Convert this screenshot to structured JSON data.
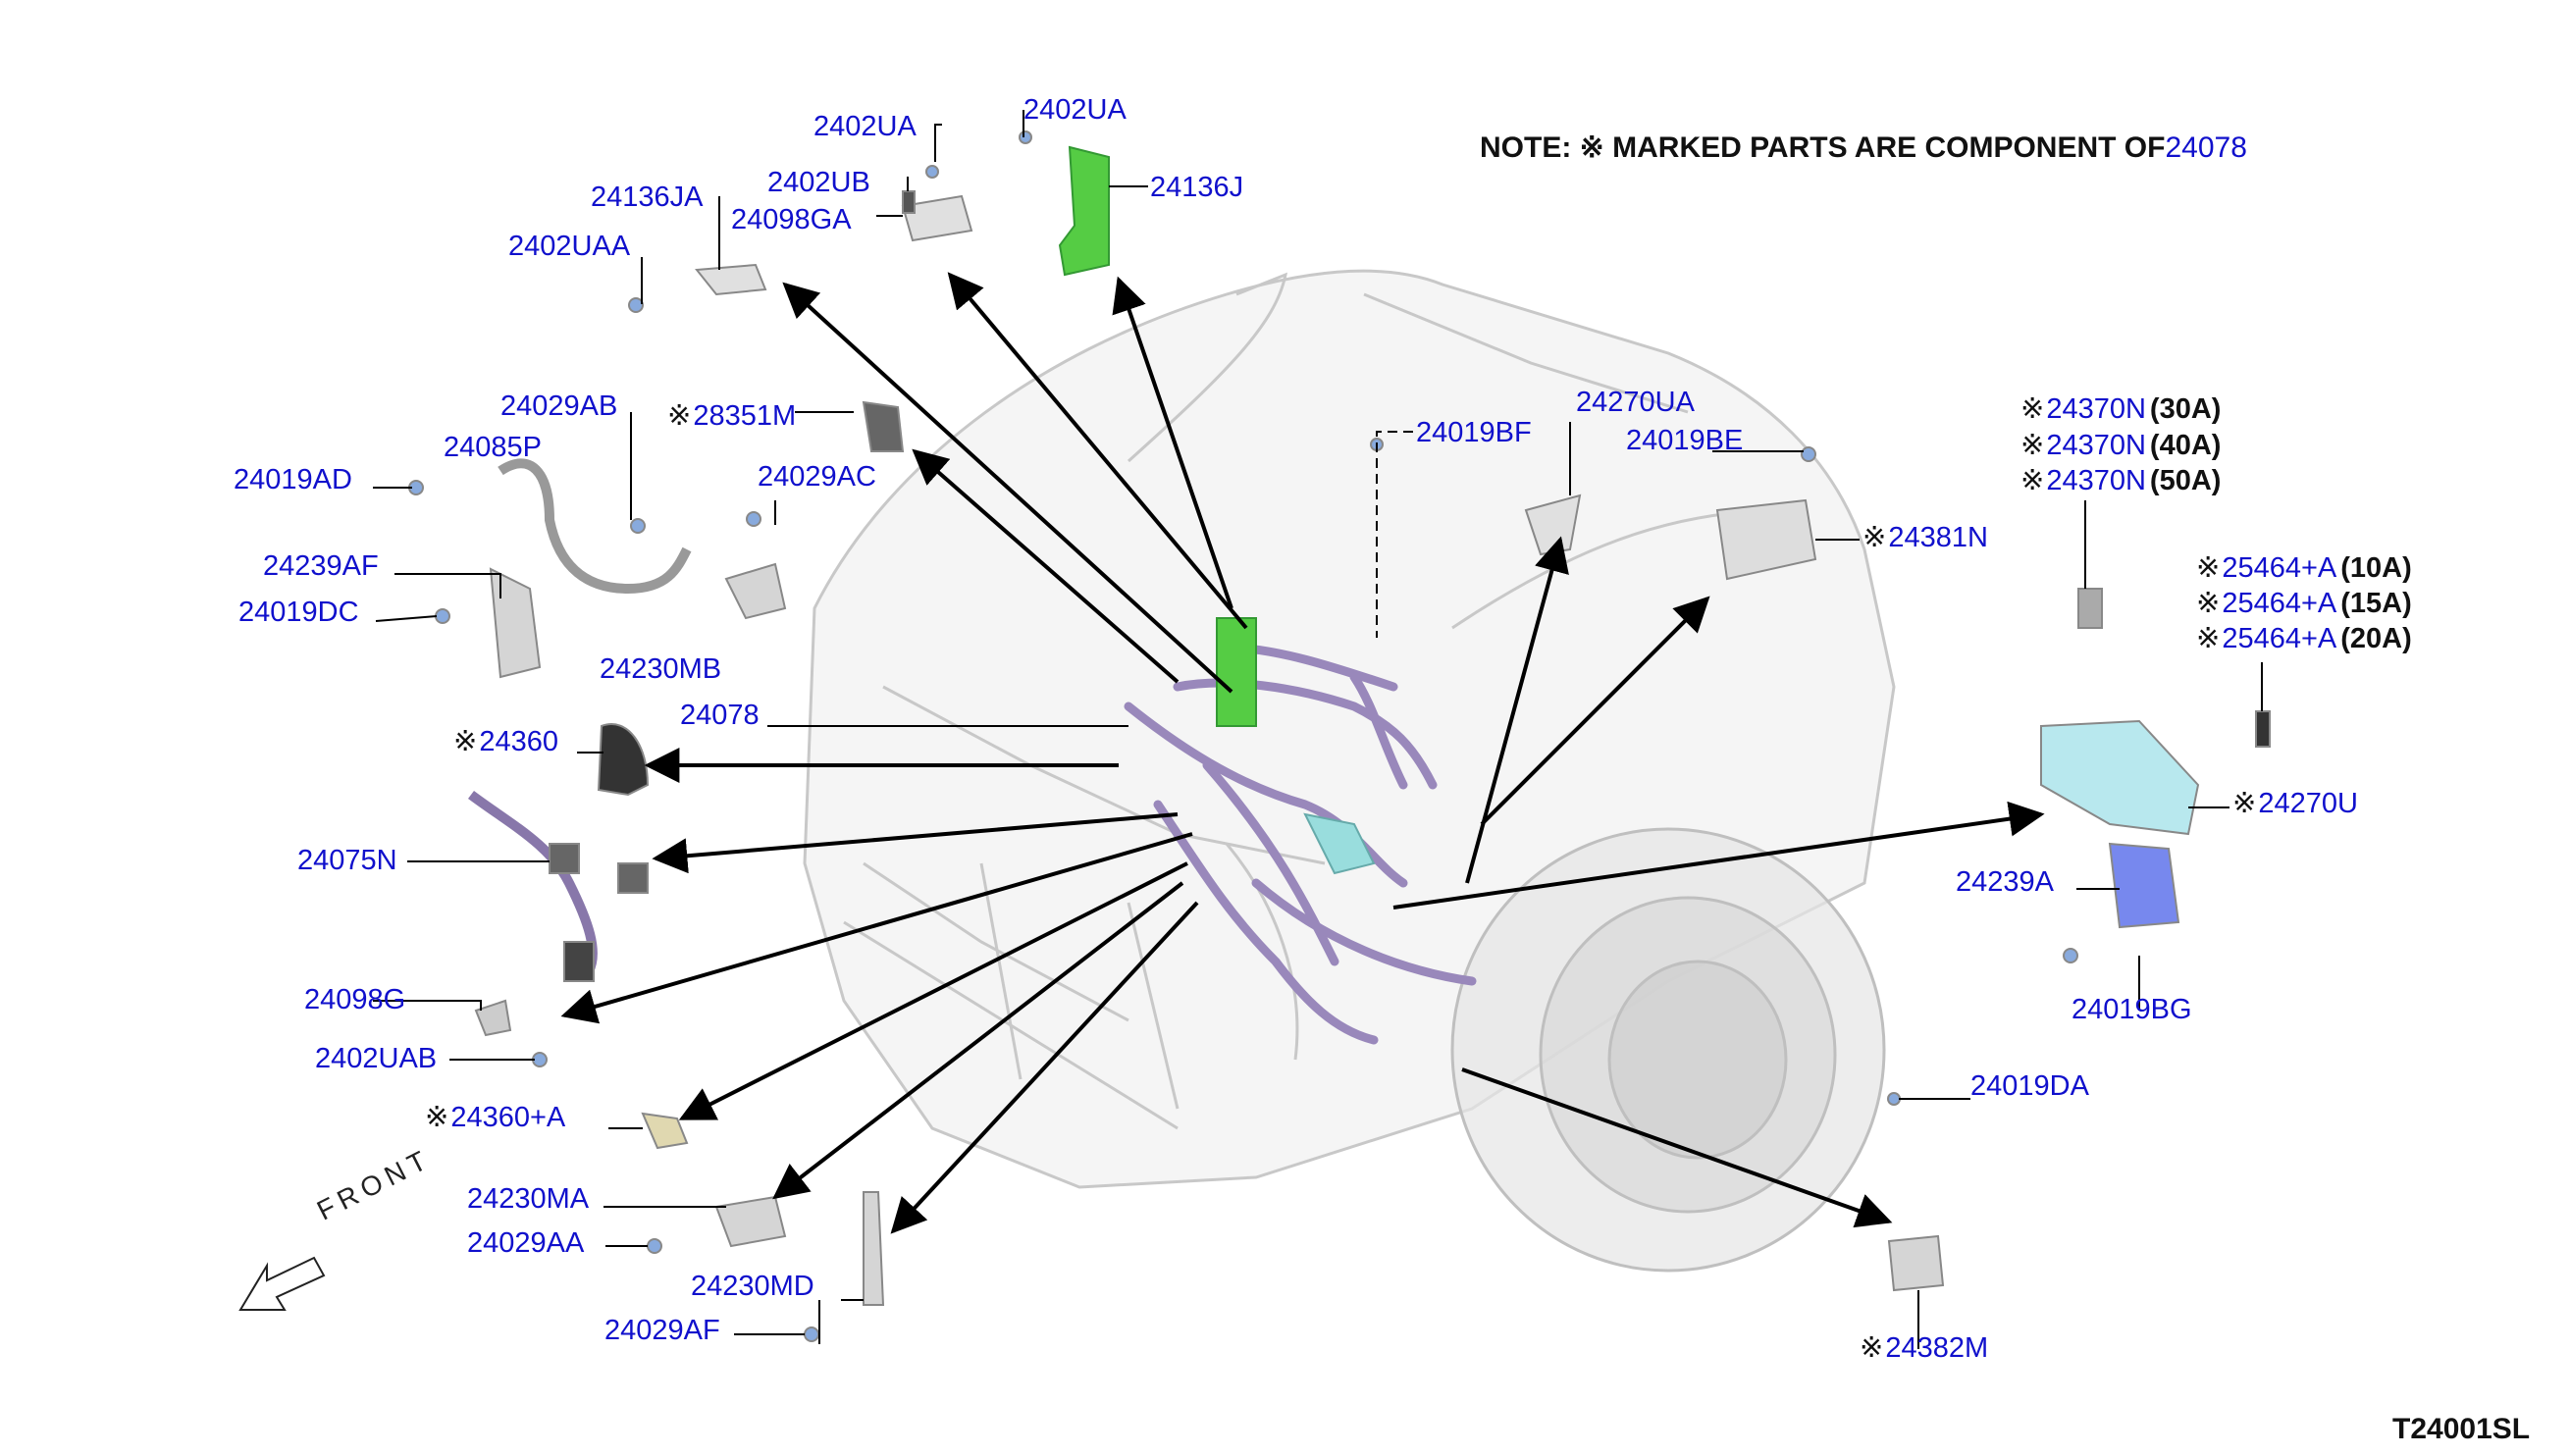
{
  "note": {
    "prefix": "NOTE: ※ MARKED PARTS ARE COMPONENT OF",
    "part": "24078"
  },
  "front_label": "FRONT",
  "diagram_code": "T24001SL",
  "marker": "※",
  "labels": [
    {
      "id": "2402UA-1",
      "text": "2402UA",
      "marked": false
    },
    {
      "id": "2402UA-2",
      "text": "2402UA",
      "marked": false
    },
    {
      "id": "2402UB",
      "text": "2402UB",
      "marked": false
    },
    {
      "id": "24136JA",
      "text": "24136JA",
      "marked": false
    },
    {
      "id": "24098GA",
      "text": "24098GA",
      "marked": false
    },
    {
      "id": "24136J",
      "text": "24136J",
      "marked": false
    },
    {
      "id": "2402UAA",
      "text": "2402UAA",
      "marked": false
    },
    {
      "id": "24029AB",
      "text": "24029AB",
      "marked": false
    },
    {
      "id": "28351M",
      "text": "28351M",
      "marked": true
    },
    {
      "id": "24085P",
      "text": "24085P",
      "marked": false
    },
    {
      "id": "24019AD",
      "text": "24019AD",
      "marked": false
    },
    {
      "id": "24029AC",
      "text": "24029AC",
      "marked": false
    },
    {
      "id": "24239AF",
      "text": "24239AF",
      "marked": false
    },
    {
      "id": "24019DC",
      "text": "24019DC",
      "marked": false
    },
    {
      "id": "24230MB",
      "text": "24230MB",
      "marked": false
    },
    {
      "id": "24078",
      "text": "24078",
      "marked": false
    },
    {
      "id": "24360",
      "text": "24360",
      "marked": true
    },
    {
      "id": "24075N",
      "text": "24075N",
      "marked": false
    },
    {
      "id": "24098G",
      "text": "24098G",
      "marked": false
    },
    {
      "id": "2402UAB",
      "text": "2402UAB",
      "marked": false
    },
    {
      "id": "24360+A",
      "text": "24360+A",
      "marked": true
    },
    {
      "id": "24230MA",
      "text": "24230MA",
      "marked": false
    },
    {
      "id": "24029AA",
      "text": "24029AA",
      "marked": false
    },
    {
      "id": "24230MD",
      "text": "24230MD",
      "marked": false
    },
    {
      "id": "24029AF",
      "text": "24029AF",
      "marked": false
    },
    {
      "id": "24019BF",
      "text": "24019BF",
      "marked": false
    },
    {
      "id": "24270UA",
      "text": "24270UA",
      "marked": false
    },
    {
      "id": "24019BE",
      "text": "24019BE",
      "marked": false
    },
    {
      "id": "24381N",
      "text": "24381N",
      "marked": true
    },
    {
      "id": "24370N-30",
      "text": "24370N",
      "marked": true,
      "amp": "(30A)"
    },
    {
      "id": "24370N-40",
      "text": "24370N",
      "marked": true,
      "amp": "(40A)"
    },
    {
      "id": "24370N-50",
      "text": "24370N",
      "marked": true,
      "amp": "(50A)"
    },
    {
      "id": "25464+A-10",
      "text": "25464+A",
      "marked": true,
      "amp": "(10A)"
    },
    {
      "id": "25464+A-15",
      "text": "25464+A",
      "marked": true,
      "amp": "(15A)"
    },
    {
      "id": "25464+A-20",
      "text": "25464+A",
      "marked": true,
      "amp": "(20A)"
    },
    {
      "id": "24270U",
      "text": "24270U",
      "marked": true
    },
    {
      "id": "24239A",
      "text": "24239A",
      "marked": false
    },
    {
      "id": "24019BG",
      "text": "24019BG",
      "marked": false
    },
    {
      "id": "24019DA",
      "text": "24019DA",
      "marked": false
    },
    {
      "id": "24382M",
      "text": "24382M",
      "marked": true
    }
  ],
  "colors": {
    "label": "#1010cc",
    "highlight": "#55cc44",
    "harness": "#9988bb",
    "body": "#dddddd",
    "cyan": "#99dddd"
  }
}
